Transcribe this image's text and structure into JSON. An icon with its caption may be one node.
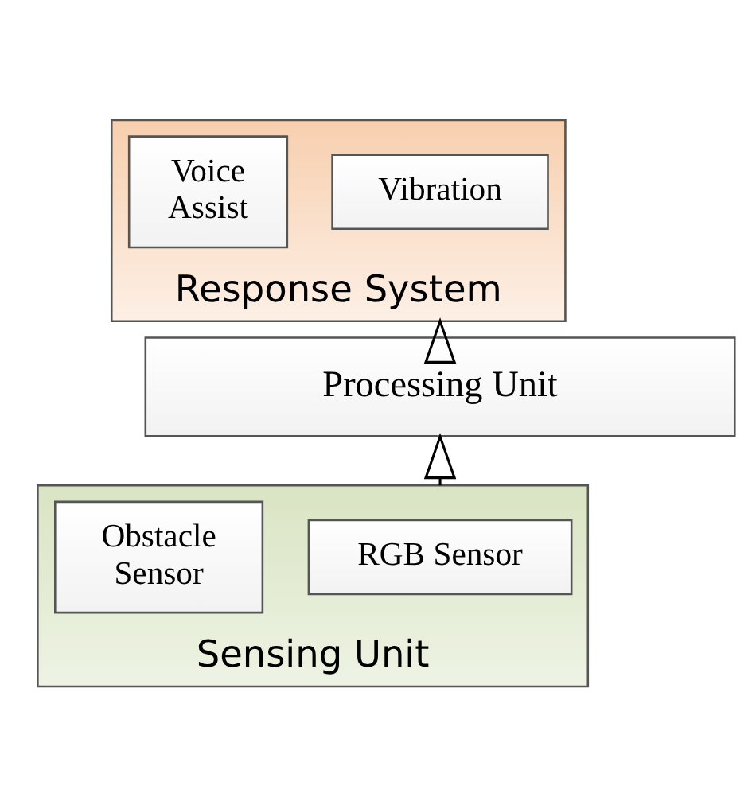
{
  "diagram": {
    "nodes": [
      {
        "text": [
          "Response System"
        ]
      },
      {
        "text": [
          "Vibration"
        ],
        "in": 0
      },
      {
        "text": [
          "Voice Assist"
        ],
        "in": 0
      },
      {
        "text": [
          "Processing Unit"
        ]
      },
      {
        "text": [
          "Sensing Unit"
        ]
      },
      {
        "text": [
          "RGB Sensor"
        ],
        "in": 4
      },
      {
        "text": [
          "Obstacle Sensor"
        ],
        "in": 4
      }
    ],
    "edges": [
      {
        "from": 4,
        "to": 3,
        "arrow": "to"
      },
      {
        "from": 3,
        "to": 0,
        "arrow": "to"
      }
    ]
  }
}
